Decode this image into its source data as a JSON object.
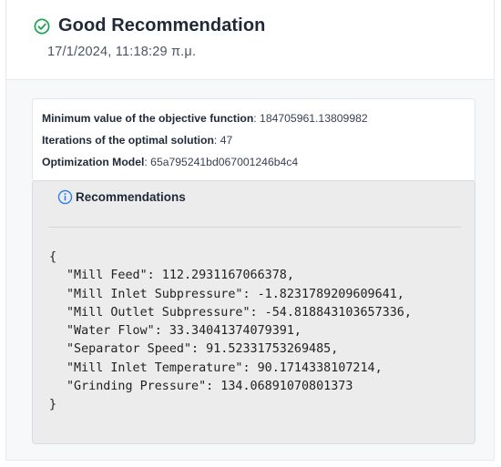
{
  "header": {
    "title": "Good Recommendation",
    "timestamp": "17/1/2024, 11:18:29 π.μ.",
    "status_color": "#22a35a",
    "icon": "check-circle-icon"
  },
  "summary": {
    "min_value_label": "Minimum value of the objective function",
    "min_value": "184705961.13809982",
    "iterations_label": "Iterations of the optimal solution",
    "iterations": "47",
    "model_label": "Optimization Model",
    "model": "65a795241bd067001246b4c4"
  },
  "recommendations": {
    "title": "Recommendations",
    "icon": "info-icon",
    "icon_color": "#2f80ed",
    "open_brace": "{",
    "close_brace": "}",
    "entries": [
      "\"Mill Feed\": 112.2931167066378,",
      "\"Mill Inlet Subpressure\": -1.8231789209609641,",
      "\"Mill Outlet Subpressure\": -54.818843103657336,",
      "\"Water Flow\": 33.34041374079391,",
      "\"Separator Speed\": 91.52331753269485,",
      "\"Mill Inlet Temperature\": 90.1714338107214,",
      "\"Grinding Pressure\": 134.06891070801373"
    ]
  }
}
